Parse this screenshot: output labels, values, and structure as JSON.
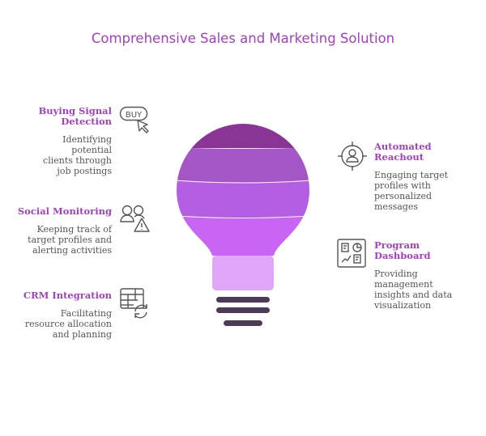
{
  "title": "Comprehensive Sales and Marketing Solution",
  "items": [
    {
      "heading": "Buying Signal Detection",
      "description": "Identifying potential clients through job postings",
      "icon": "buy-cursor-icon"
    },
    {
      "heading": "Social Monitoring",
      "description": "Keeping track of target profiles and alerting activities",
      "icon": "users-warning-icon"
    },
    {
      "heading": "CRM Integration",
      "description": "Facilitating resource allocation and planning",
      "icon": "table-sync-icon"
    },
    {
      "heading": "Automated Reachout",
      "description": "Engaging target profiles with personalized messages",
      "icon": "target-user-icon"
    },
    {
      "heading": "Program Dashboard",
      "description": "Providing management insights and data visualization",
      "icon": "dashboard-icon"
    }
  ],
  "icon_text": "BUY",
  "colors": {
    "band1": "#8a3596",
    "band2": "#a456c6",
    "band3": "#b45ee4",
    "band4": "#c865f5",
    "neck": "#e0a6f8",
    "base": "#4d3a57",
    "accent": "#a43fc4"
  }
}
